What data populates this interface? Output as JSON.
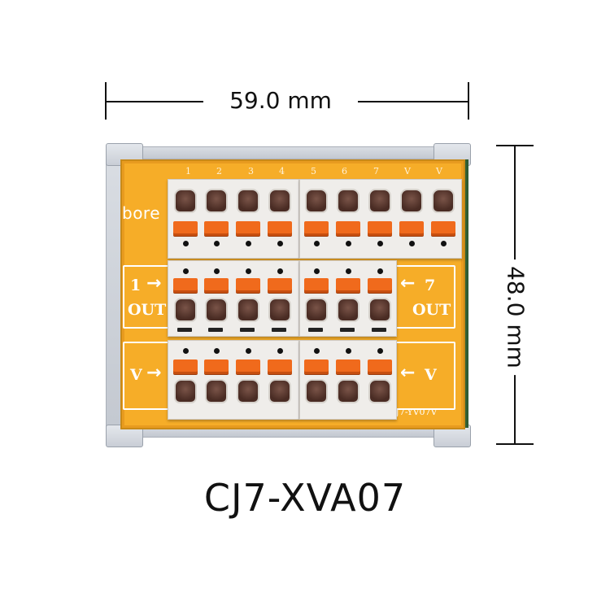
{
  "dimensions": {
    "width_label": "59.0 mm",
    "height_label": "48.0 mm"
  },
  "product": {
    "title": "CJ7-XVA07",
    "brand": "bore",
    "board_marking": "CJ7-YV07V",
    "top_terminal_numbers": [
      "1",
      "2",
      "3",
      "4",
      "5",
      "6",
      "7",
      "V",
      "V"
    ],
    "out_row": {
      "left_label_num": "1",
      "left_label_text": "OUT",
      "right_label_num": "7",
      "right_label_text": "OUT"
    },
    "v_row": {
      "left_label": "V",
      "right_label": "V"
    },
    "colors": {
      "pcb": "#f6ad28",
      "lever": "#f06a1c",
      "terminal_body": "#efedea",
      "rail": "#c9ced6"
    }
  }
}
